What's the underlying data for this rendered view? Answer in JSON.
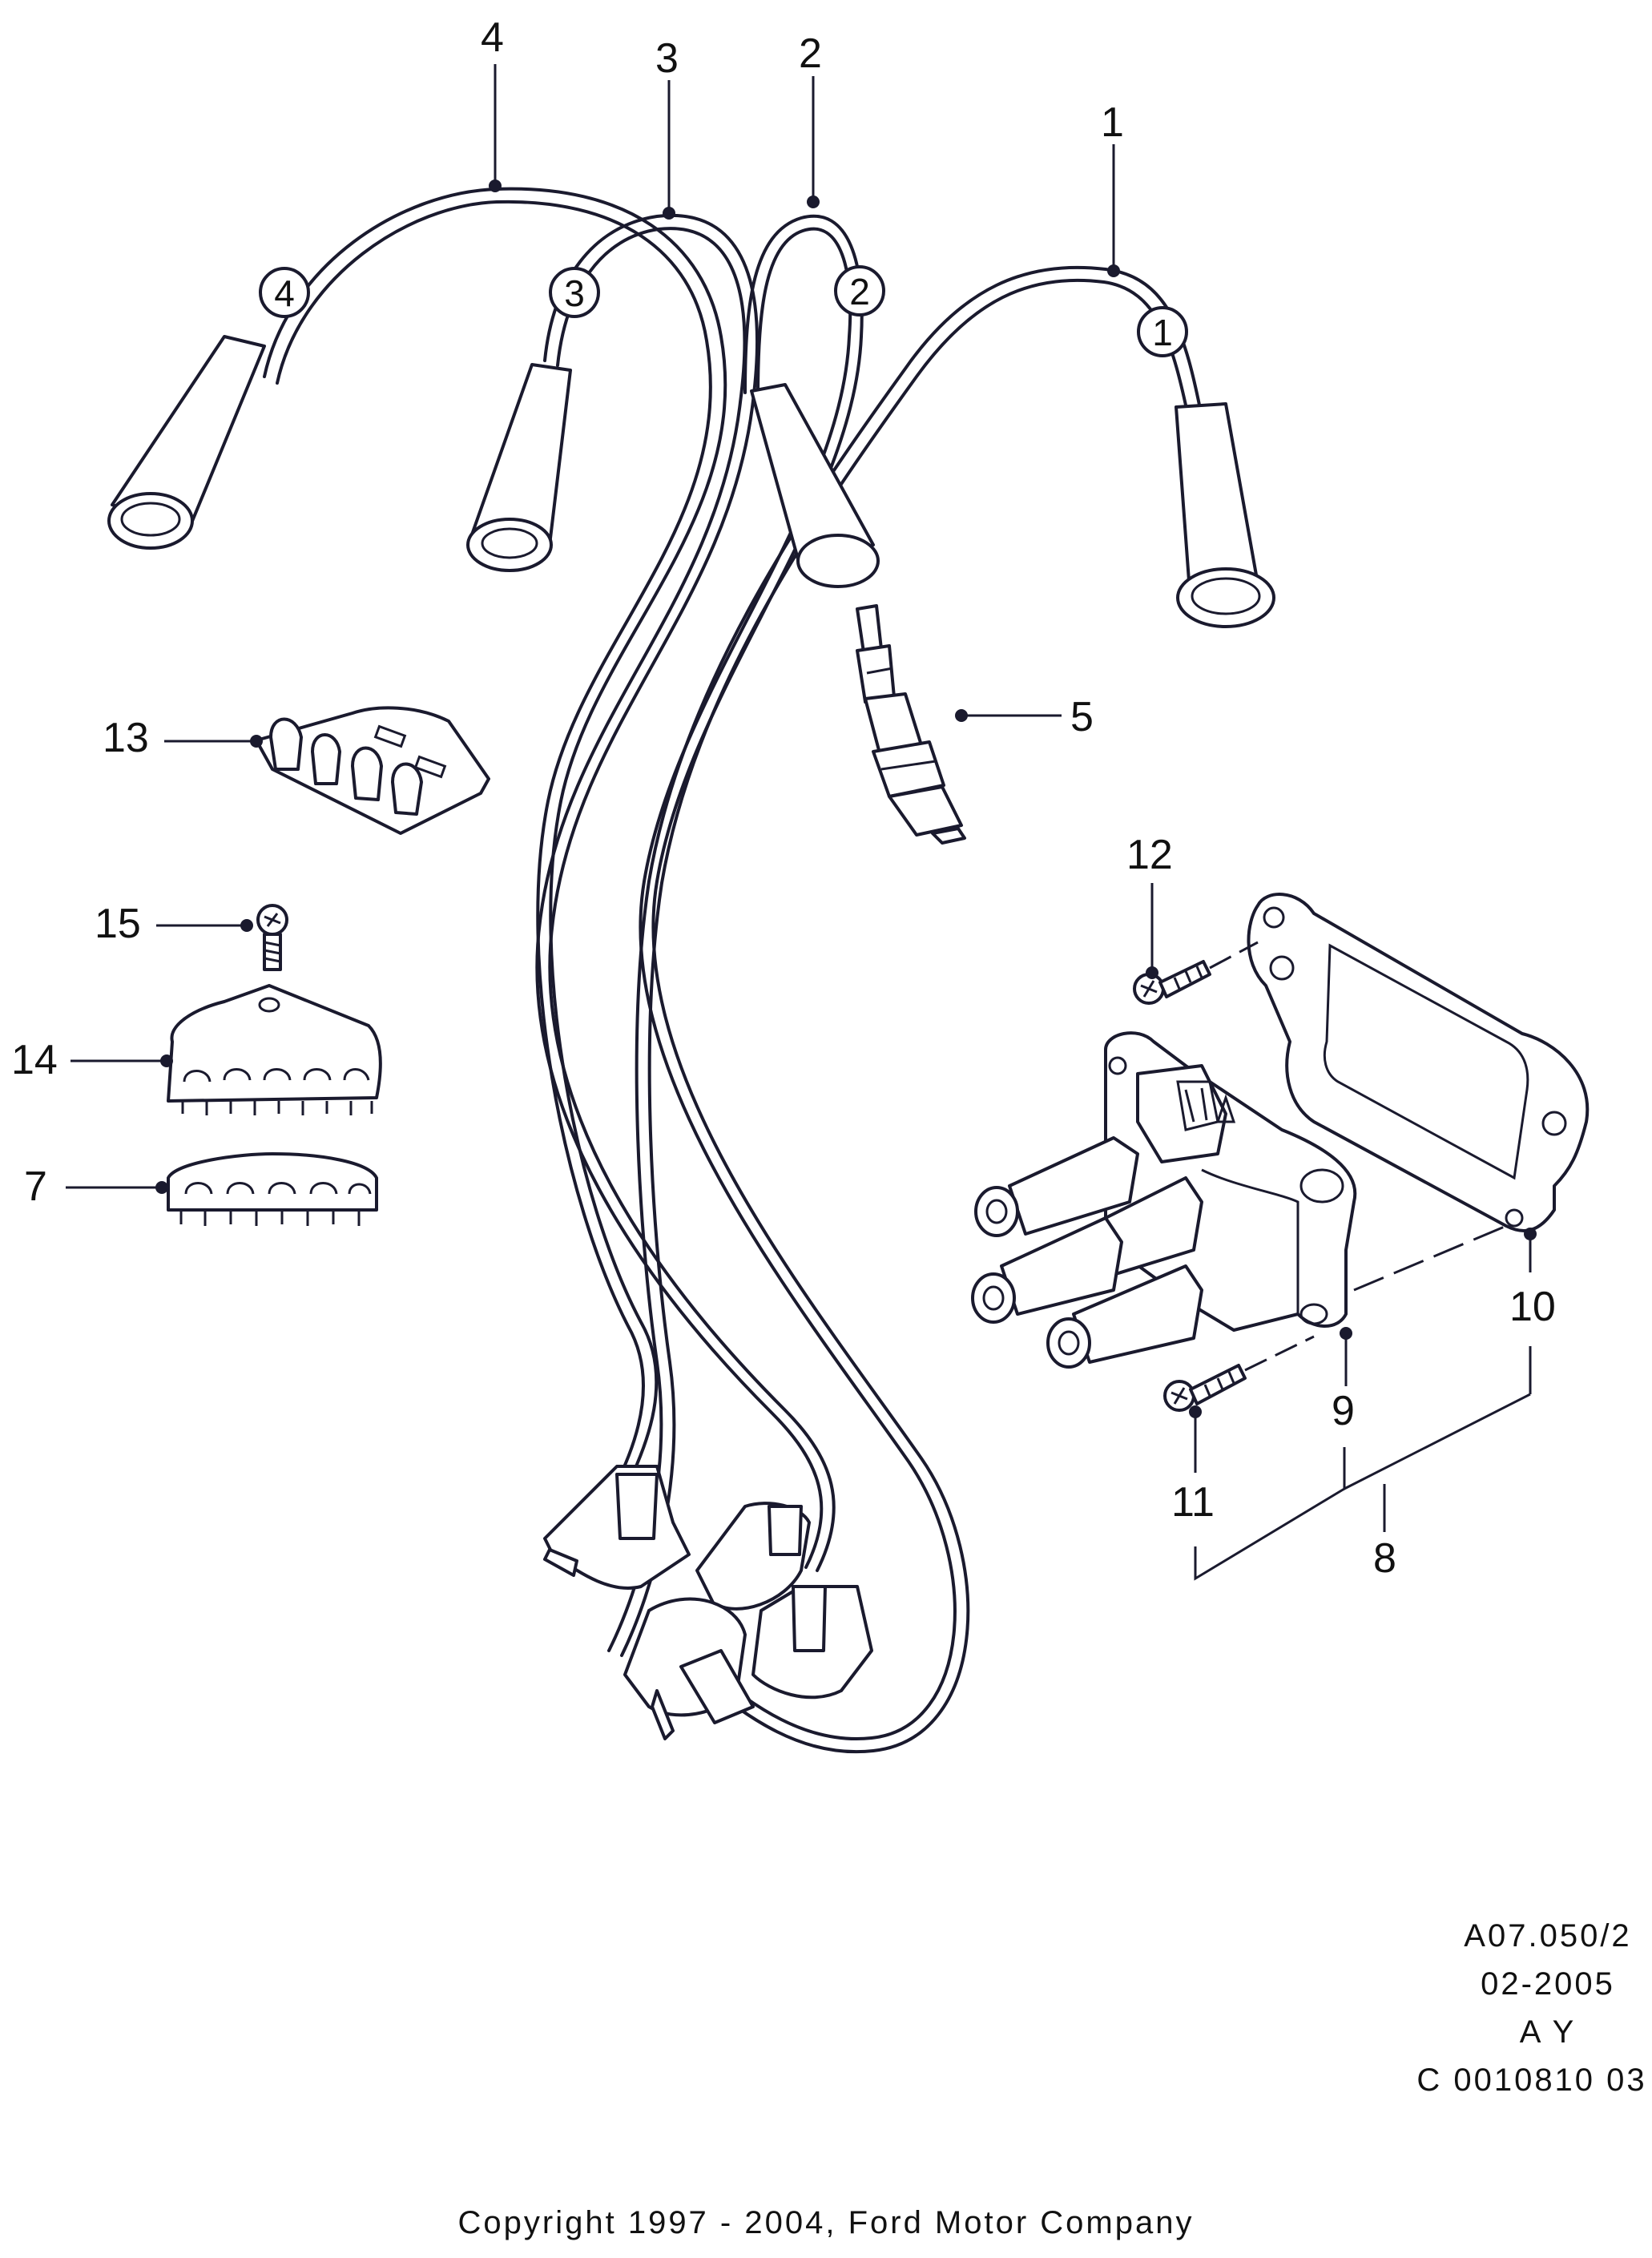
{
  "callouts": {
    "c1": "1",
    "c2": "2",
    "c3": "3",
    "c4": "4",
    "c5": "5",
    "c7": "7",
    "c8": "8",
    "c9": "9",
    "c10": "10",
    "c11": "11",
    "c12": "12",
    "c13": "13",
    "c14": "14",
    "c15": "15"
  },
  "lead_marks": {
    "m1": "1",
    "m2": "2",
    "m3": "3",
    "m4": "4"
  },
  "reference": {
    "code": "A07.050/2",
    "date": "02-2005",
    "initials": "A Y",
    "doc_id": "C 0010810 03"
  },
  "copyright": "Copyright 1997 - 2004, Ford Motor Company"
}
